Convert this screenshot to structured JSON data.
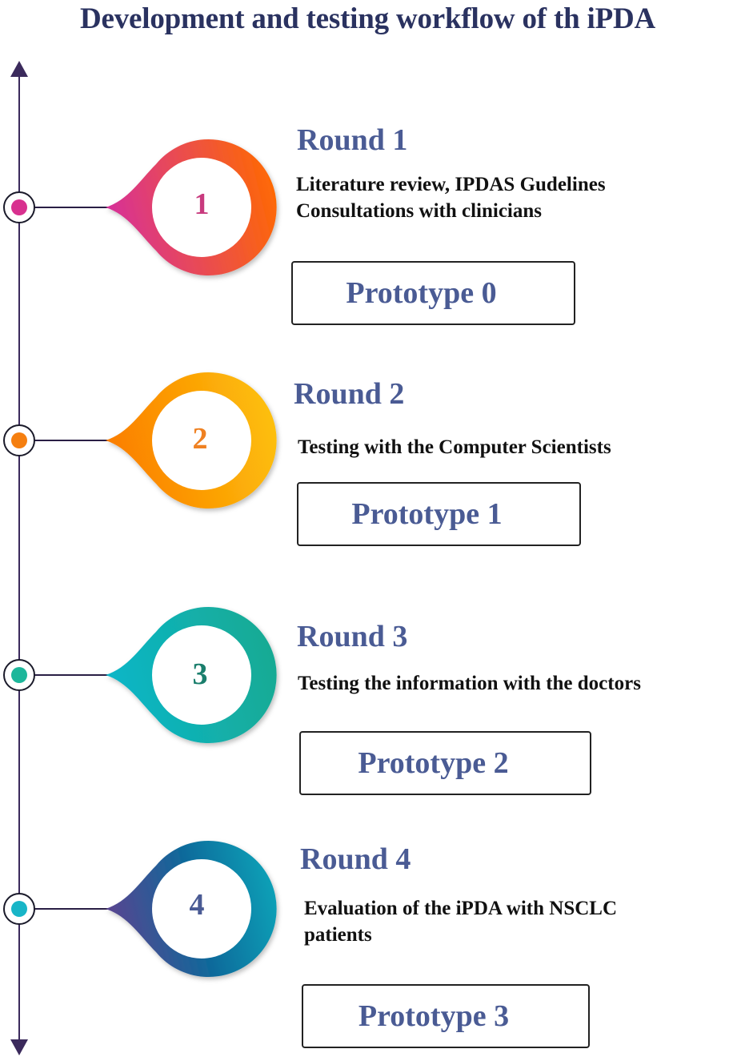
{
  "title": "Development and testing workflow of th iPDA",
  "colors": {
    "title": "#2a3260",
    "axis": "#3b2a5c",
    "round_title": "#4a5b94"
  },
  "rounds": [
    {
      "number": "1",
      "title": "Round 1",
      "description_lines": [
        "Literature review, IPDAS Gudelines",
        "Consultations with clinicians"
      ],
      "prototype": "Prototype 0",
      "gradient": [
        "#d6309a",
        "#ff6a00"
      ],
      "dot_color": "#d8318f",
      "number_color": "#c83a7e"
    },
    {
      "number": "2",
      "title": "Round 2",
      "description_lines": [
        "Testing with the Computer Scientists"
      ],
      "prototype": "Prototype 1",
      "gradient": [
        "#fb7d00",
        "#fdc10a"
      ],
      "dot_color": "#f57f10",
      "number_color": "#ef8122"
    },
    {
      "number": "3",
      "title": "Round 3",
      "description_lines": [
        "Testing the information with the doctors"
      ],
      "prototype": "Prototype 2",
      "gradient": [
        "#0eb6c8",
        "#15aa92"
      ],
      "dot_color": "#1db79b",
      "number_color": "#1a7e6c"
    },
    {
      "number": "4",
      "title": "Round 4",
      "description_lines": [
        "Evaluation of the iPDA with NSCLC",
        "patients"
      ],
      "prototype": "Prototype 3",
      "gradient": [
        "#5a4490",
        "#10a3b8"
      ],
      "dot_color": "#18b5c7",
      "number_color": "#4a5b94"
    }
  ]
}
